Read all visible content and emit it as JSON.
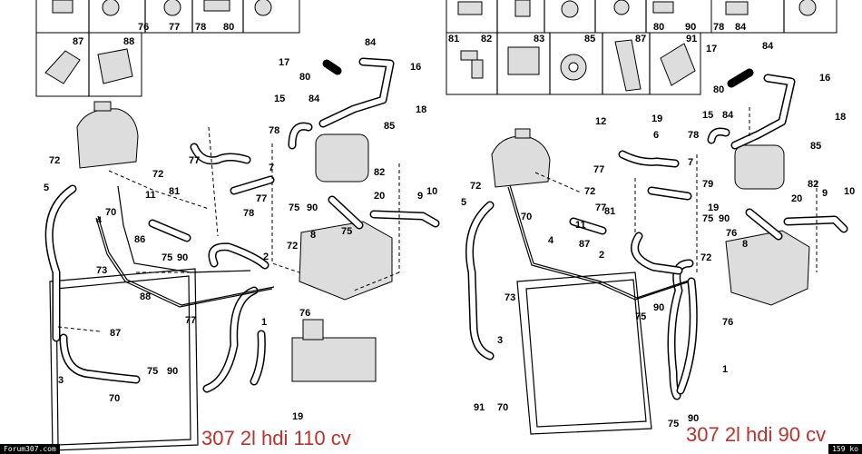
{
  "captions": {
    "left": "307 2l hdi 110 cv",
    "right": "307 2l hdi 90 cv"
  },
  "footer": {
    "left": "Forum307.com",
    "right": "159 ko"
  },
  "legend_left": {
    "row1_labels": [
      "76",
      "77",
      "78",
      "80"
    ],
    "row2_labels": [
      "87",
      "88"
    ]
  },
  "legend_right": {
    "row1_labels": [
      "80",
      "90",
      "78",
      "84"
    ],
    "row2_labels": [
      "81",
      "82",
      "83",
      "85",
      "87",
      "91"
    ]
  },
  "left_callouts": [
    "84",
    "17",
    "16",
    "80",
    "18",
    "15",
    "84",
    "85",
    "78",
    "7",
    "77",
    "72",
    "72",
    "5",
    "70",
    "11",
    "81",
    "7",
    "77",
    "78",
    "75",
    "90",
    "82",
    "20",
    "9",
    "10",
    "2",
    "72",
    "8",
    "4",
    "86",
    "75",
    "90",
    "73",
    "88",
    "3",
    "77",
    "1",
    "76",
    "87",
    "75",
    "90",
    "70",
    "19",
    "75"
  ],
  "right_callouts": [
    "17",
    "84",
    "16",
    "80",
    "18",
    "15",
    "84",
    "12",
    "19",
    "78",
    "6",
    "85",
    "77",
    "72",
    "72",
    "7",
    "79",
    "82",
    "20",
    "9",
    "10",
    "11",
    "81",
    "19",
    "5",
    "70",
    "77",
    "75",
    "90",
    "4",
    "76",
    "8",
    "87",
    "2",
    "72",
    "73",
    "75",
    "90",
    "76",
    "3",
    "1",
    "91",
    "70",
    "75",
    "90"
  ]
}
